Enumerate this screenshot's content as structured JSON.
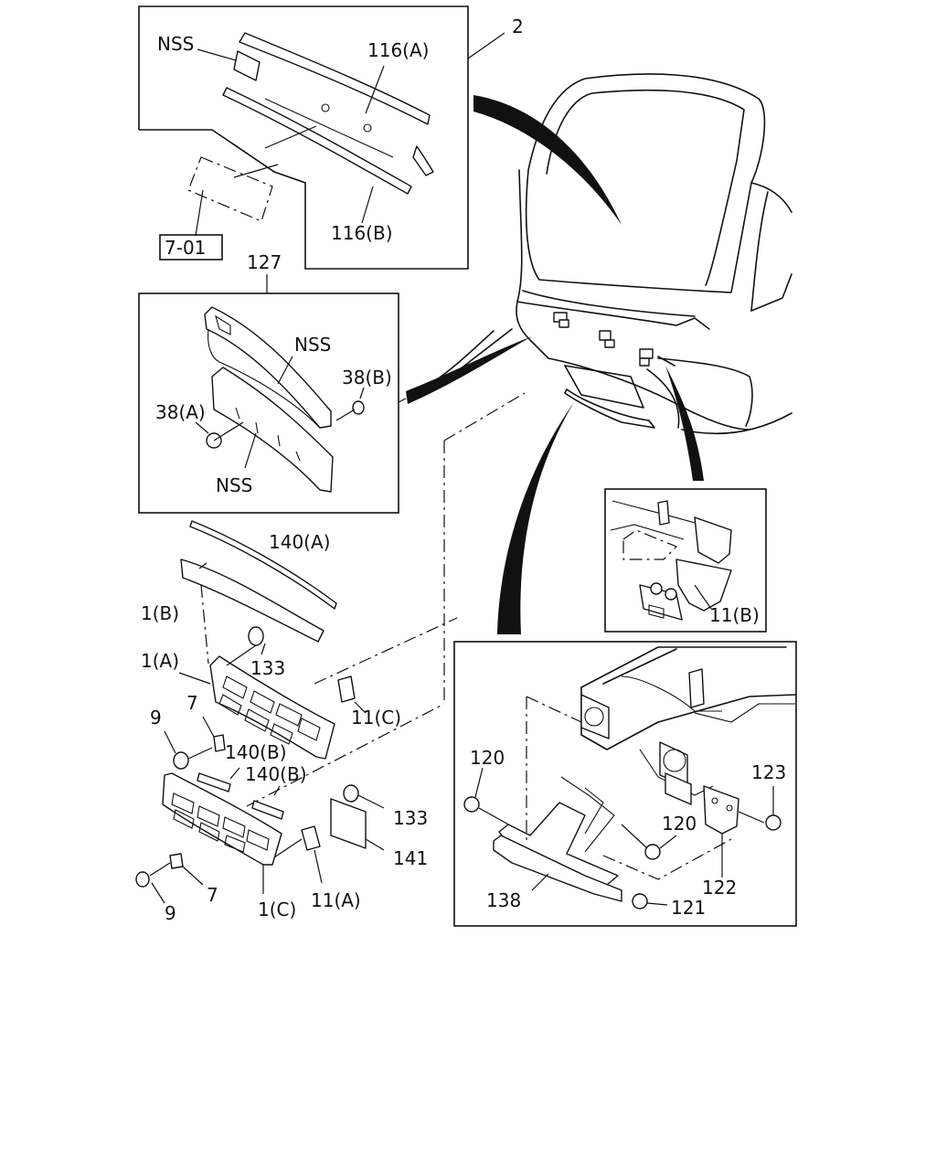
{
  "labels": {
    "l_2": "2",
    "l_nss_top": "NSS",
    "l_116a": "116(A)",
    "l_116b": "116(B)",
    "l_7_01": "7-01",
    "l_127": "127",
    "l_nss_127a": "NSS",
    "l_38b": "38(B)",
    "l_38a": "38(A)",
    "l_nss_127b": "NSS",
    "l_140a": "140(A)",
    "l_1b": "1(B)",
    "l_1a": "1(A)",
    "l_133a": "133",
    "l_11c": "11(C)",
    "l_9a": "9",
    "l_7a": "7",
    "l_140b_1": "140(B)",
    "l_140b_2": "140(B)",
    "l_133b": "133",
    "l_141": "141",
    "l_9b": "9",
    "l_7b": "7",
    "l_1c": "1(C)",
    "l_11a": "11(A)",
    "l_11b": "11(B)",
    "l_120a": "120",
    "l_120b": "120",
    "l_123": "123",
    "l_122": "122",
    "l_138": "138",
    "l_121": "121"
  }
}
